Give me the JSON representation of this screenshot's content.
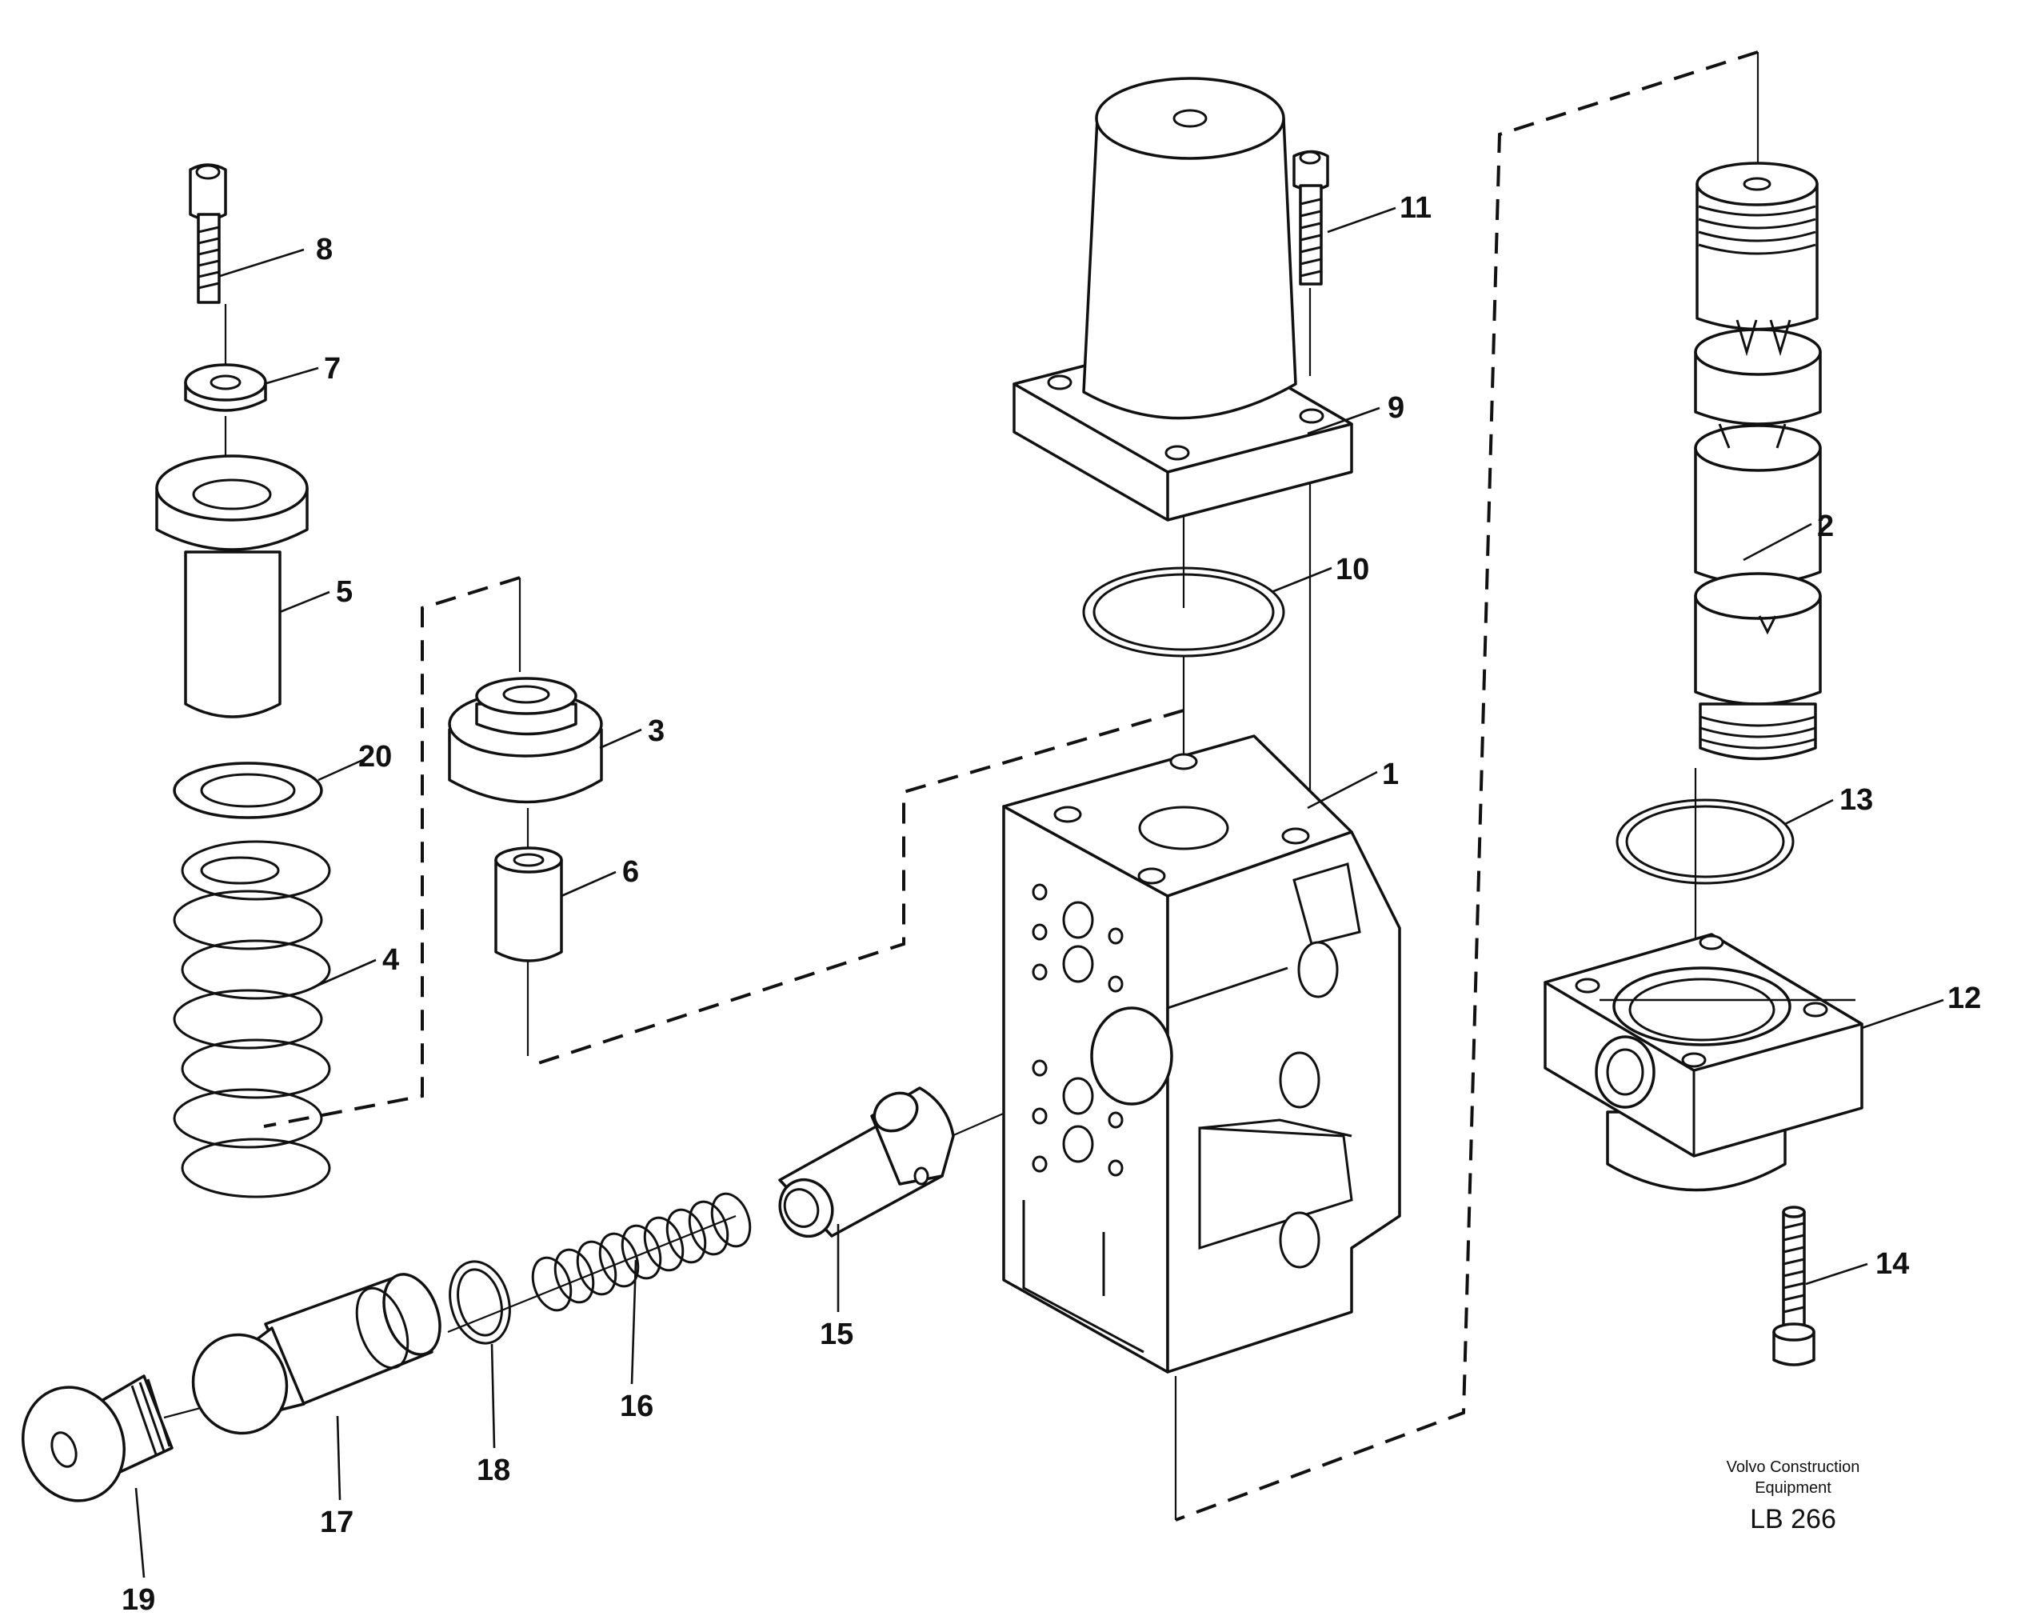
{
  "callouts": [
    "1",
    "2",
    "3",
    "4",
    "5",
    "6",
    "7",
    "8",
    "9",
    "10",
    "11",
    "12",
    "13",
    "14",
    "15",
    "16",
    "17",
    "18",
    "19",
    "20"
  ],
  "footer": {
    "manufacturer_line1": "Volvo Construction",
    "manufacturer_line2": "Equipment",
    "drawing_code": "LB 266"
  }
}
